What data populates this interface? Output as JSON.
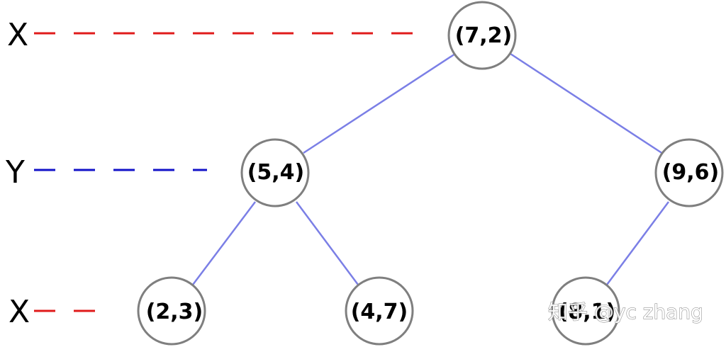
{
  "colors": {
    "edge": "#7b7fe6",
    "node_stroke": "#7f7f7f",
    "x_dash": "#e01b1b",
    "y_dash": "#1212c8",
    "text": "#000000"
  },
  "levels": [
    {
      "axis": "X",
      "dash_color": "#e01b1b"
    },
    {
      "axis": "Y",
      "dash_color": "#1212c8"
    },
    {
      "axis": "X",
      "dash_color": "#e01b1b"
    }
  ],
  "nodes": [
    {
      "id": "n72",
      "label": "(7,2)",
      "level": 0
    },
    {
      "id": "n54",
      "label": "(5,4)",
      "level": 1
    },
    {
      "id": "n96",
      "label": "(9,6)",
      "level": 1
    },
    {
      "id": "n23",
      "label": "(2,3)",
      "level": 2
    },
    {
      "id": "n47",
      "label": "(4,7)",
      "level": 2
    },
    {
      "id": "n81",
      "label": "(8,1)",
      "level": 2
    }
  ],
  "edges": [
    {
      "from": "(7,2)",
      "to": "(5,4)"
    },
    {
      "from": "(7,2)",
      "to": "(9,6)"
    },
    {
      "from": "(5,4)",
      "to": "(2,3)"
    },
    {
      "from": "(5,4)",
      "to": "(4,7)"
    },
    {
      "from": "(9,6)",
      "to": "(8,1)"
    }
  ],
  "watermark": "知乎 @yc zhang"
}
